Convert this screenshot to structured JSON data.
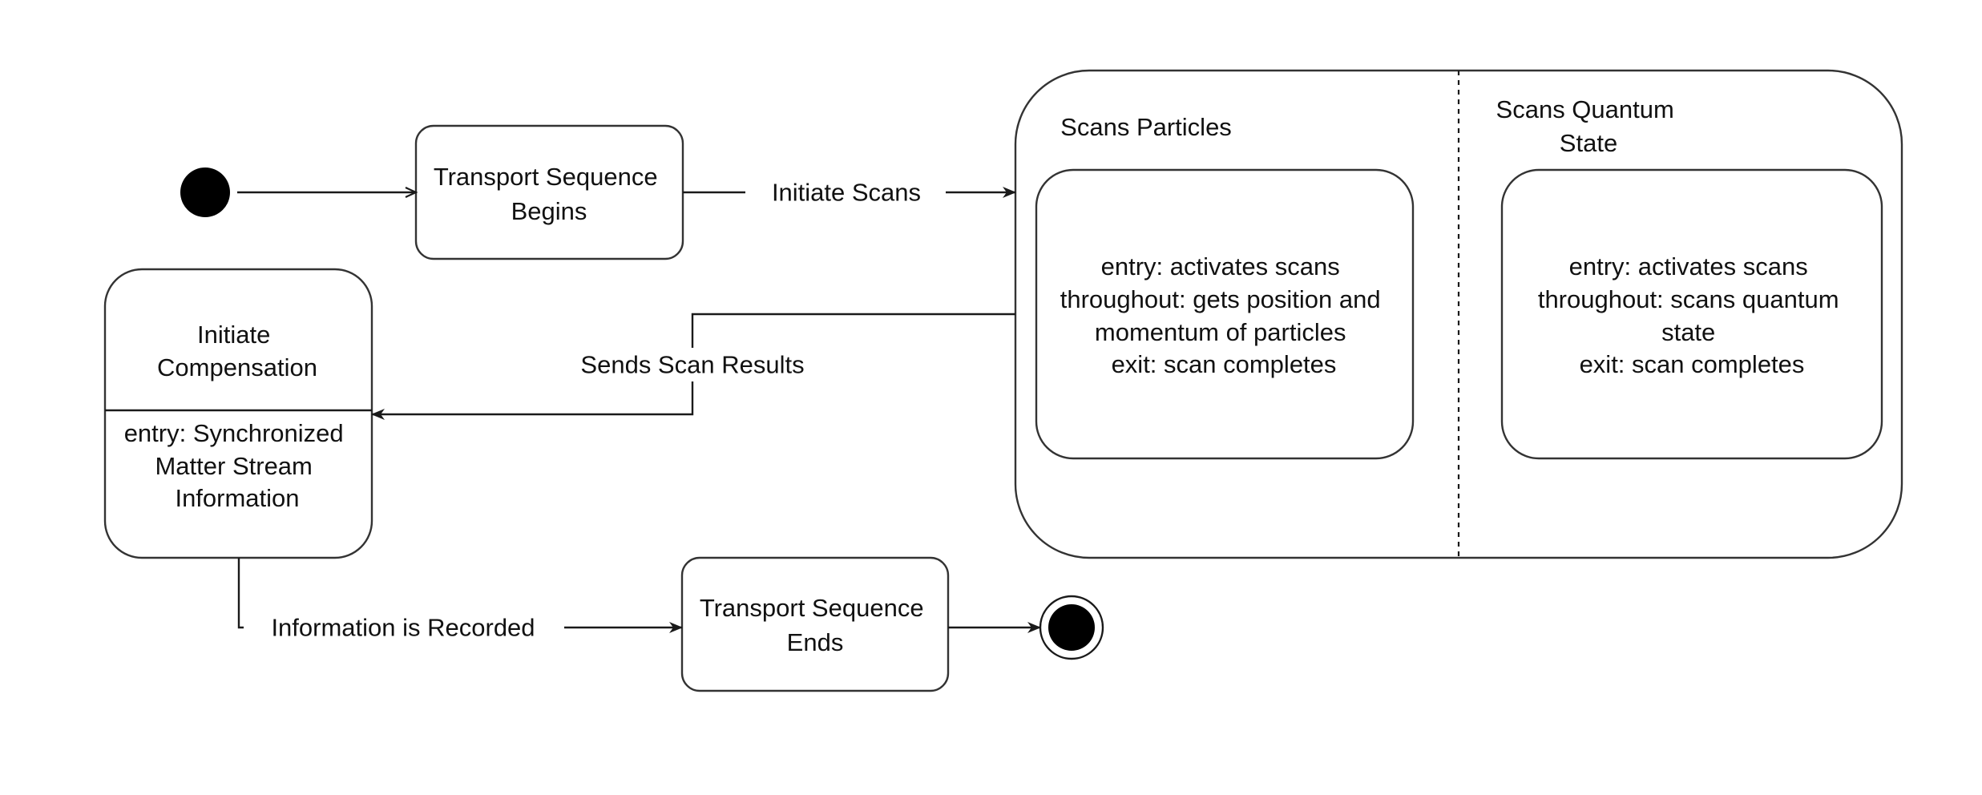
{
  "states": {
    "transport_begins": {
      "lines": [
        "Transport Sequence",
        "Begins"
      ]
    },
    "initiate_compensation": {
      "title": [
        "Initiate",
        "Compensation"
      ],
      "body": [
        "entry: Synchronized",
        "Matter Stream",
        "Information"
      ]
    },
    "scan_composite": {
      "region1": {
        "title": [
          "Scans Particles"
        ],
        "body": [
          "entry: activates scans",
          "throughout: gets position and",
          "momentum of particles",
          "exit: scan completes"
        ]
      },
      "region2": {
        "title": [
          "Scans Quantum",
          "State"
        ],
        "body": [
          "entry: activates scans",
          "throughout: scans quantum",
          "state",
          "exit: scan completes"
        ]
      }
    },
    "transport_ends": {
      "lines": [
        "Transport Sequence",
        "Ends"
      ]
    }
  },
  "transitions": {
    "initiate_scans": "Initiate Scans",
    "sends_scan_results": "Sends Scan Results",
    "information_recorded": "Information is Recorded"
  }
}
